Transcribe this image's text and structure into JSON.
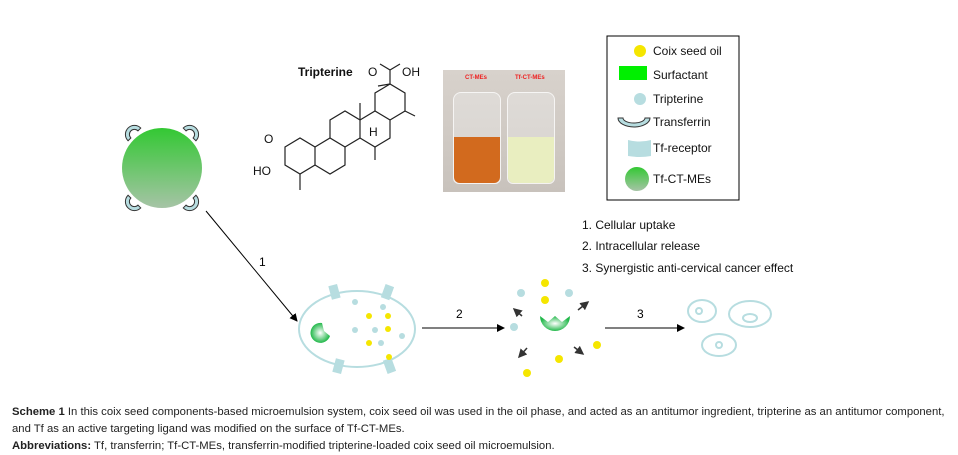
{
  "structure": {
    "title": "Tripterine",
    "groups": {
      "acid": "O",
      "oh": "OH",
      "ketone": "O",
      "hydroxyl": "HO",
      "h": "H"
    }
  },
  "photo": {
    "vial_labels": [
      "CT-MEs",
      "Tf-CT-MEs"
    ]
  },
  "legend": [
    {
      "label": "Coix seed oil",
      "icon": "yellow-dot-icon",
      "color": "#f5e600"
    },
    {
      "label": "Surfactant",
      "icon": "green-rect-icon",
      "color": "#00f000"
    },
    {
      "label": "Tripterine",
      "icon": "lightblue-dot-icon",
      "color": "#b7dde0"
    },
    {
      "label": "Transferrin",
      "icon": "transferrin-arc-icon",
      "color": "#b7dde0"
    },
    {
      "label": "Tf-receptor",
      "icon": "receptor-icon",
      "color": "#b7dde0"
    },
    {
      "label": "Tf-CT-MEs",
      "icon": "microemulsion-icon",
      "color": "#3cc43c"
    }
  ],
  "steps": [
    "1. Cellular uptake",
    "2. Intracellular release",
    "3. Synergistic anti-cervical cancer effect"
  ],
  "arrow_labels": [
    "1",
    "2",
    "3"
  ],
  "caption": {
    "scheme_label": "Scheme 1",
    "scheme_text": "In this coix seed components-based microemulsion system, coix seed oil was used in the oil phase, and acted as an antitumor ingredient, tripterine as an antitumor component, and Tf as an active targeting ligand was modified on the surface of Tf-CT-MEs.",
    "abbr_label": "Abbreviations:",
    "abbr_text": "Tf, transferrin; Tf-CT-MEs, transferrin-modified tripterine-loaded coix seed oil microemulsion."
  }
}
